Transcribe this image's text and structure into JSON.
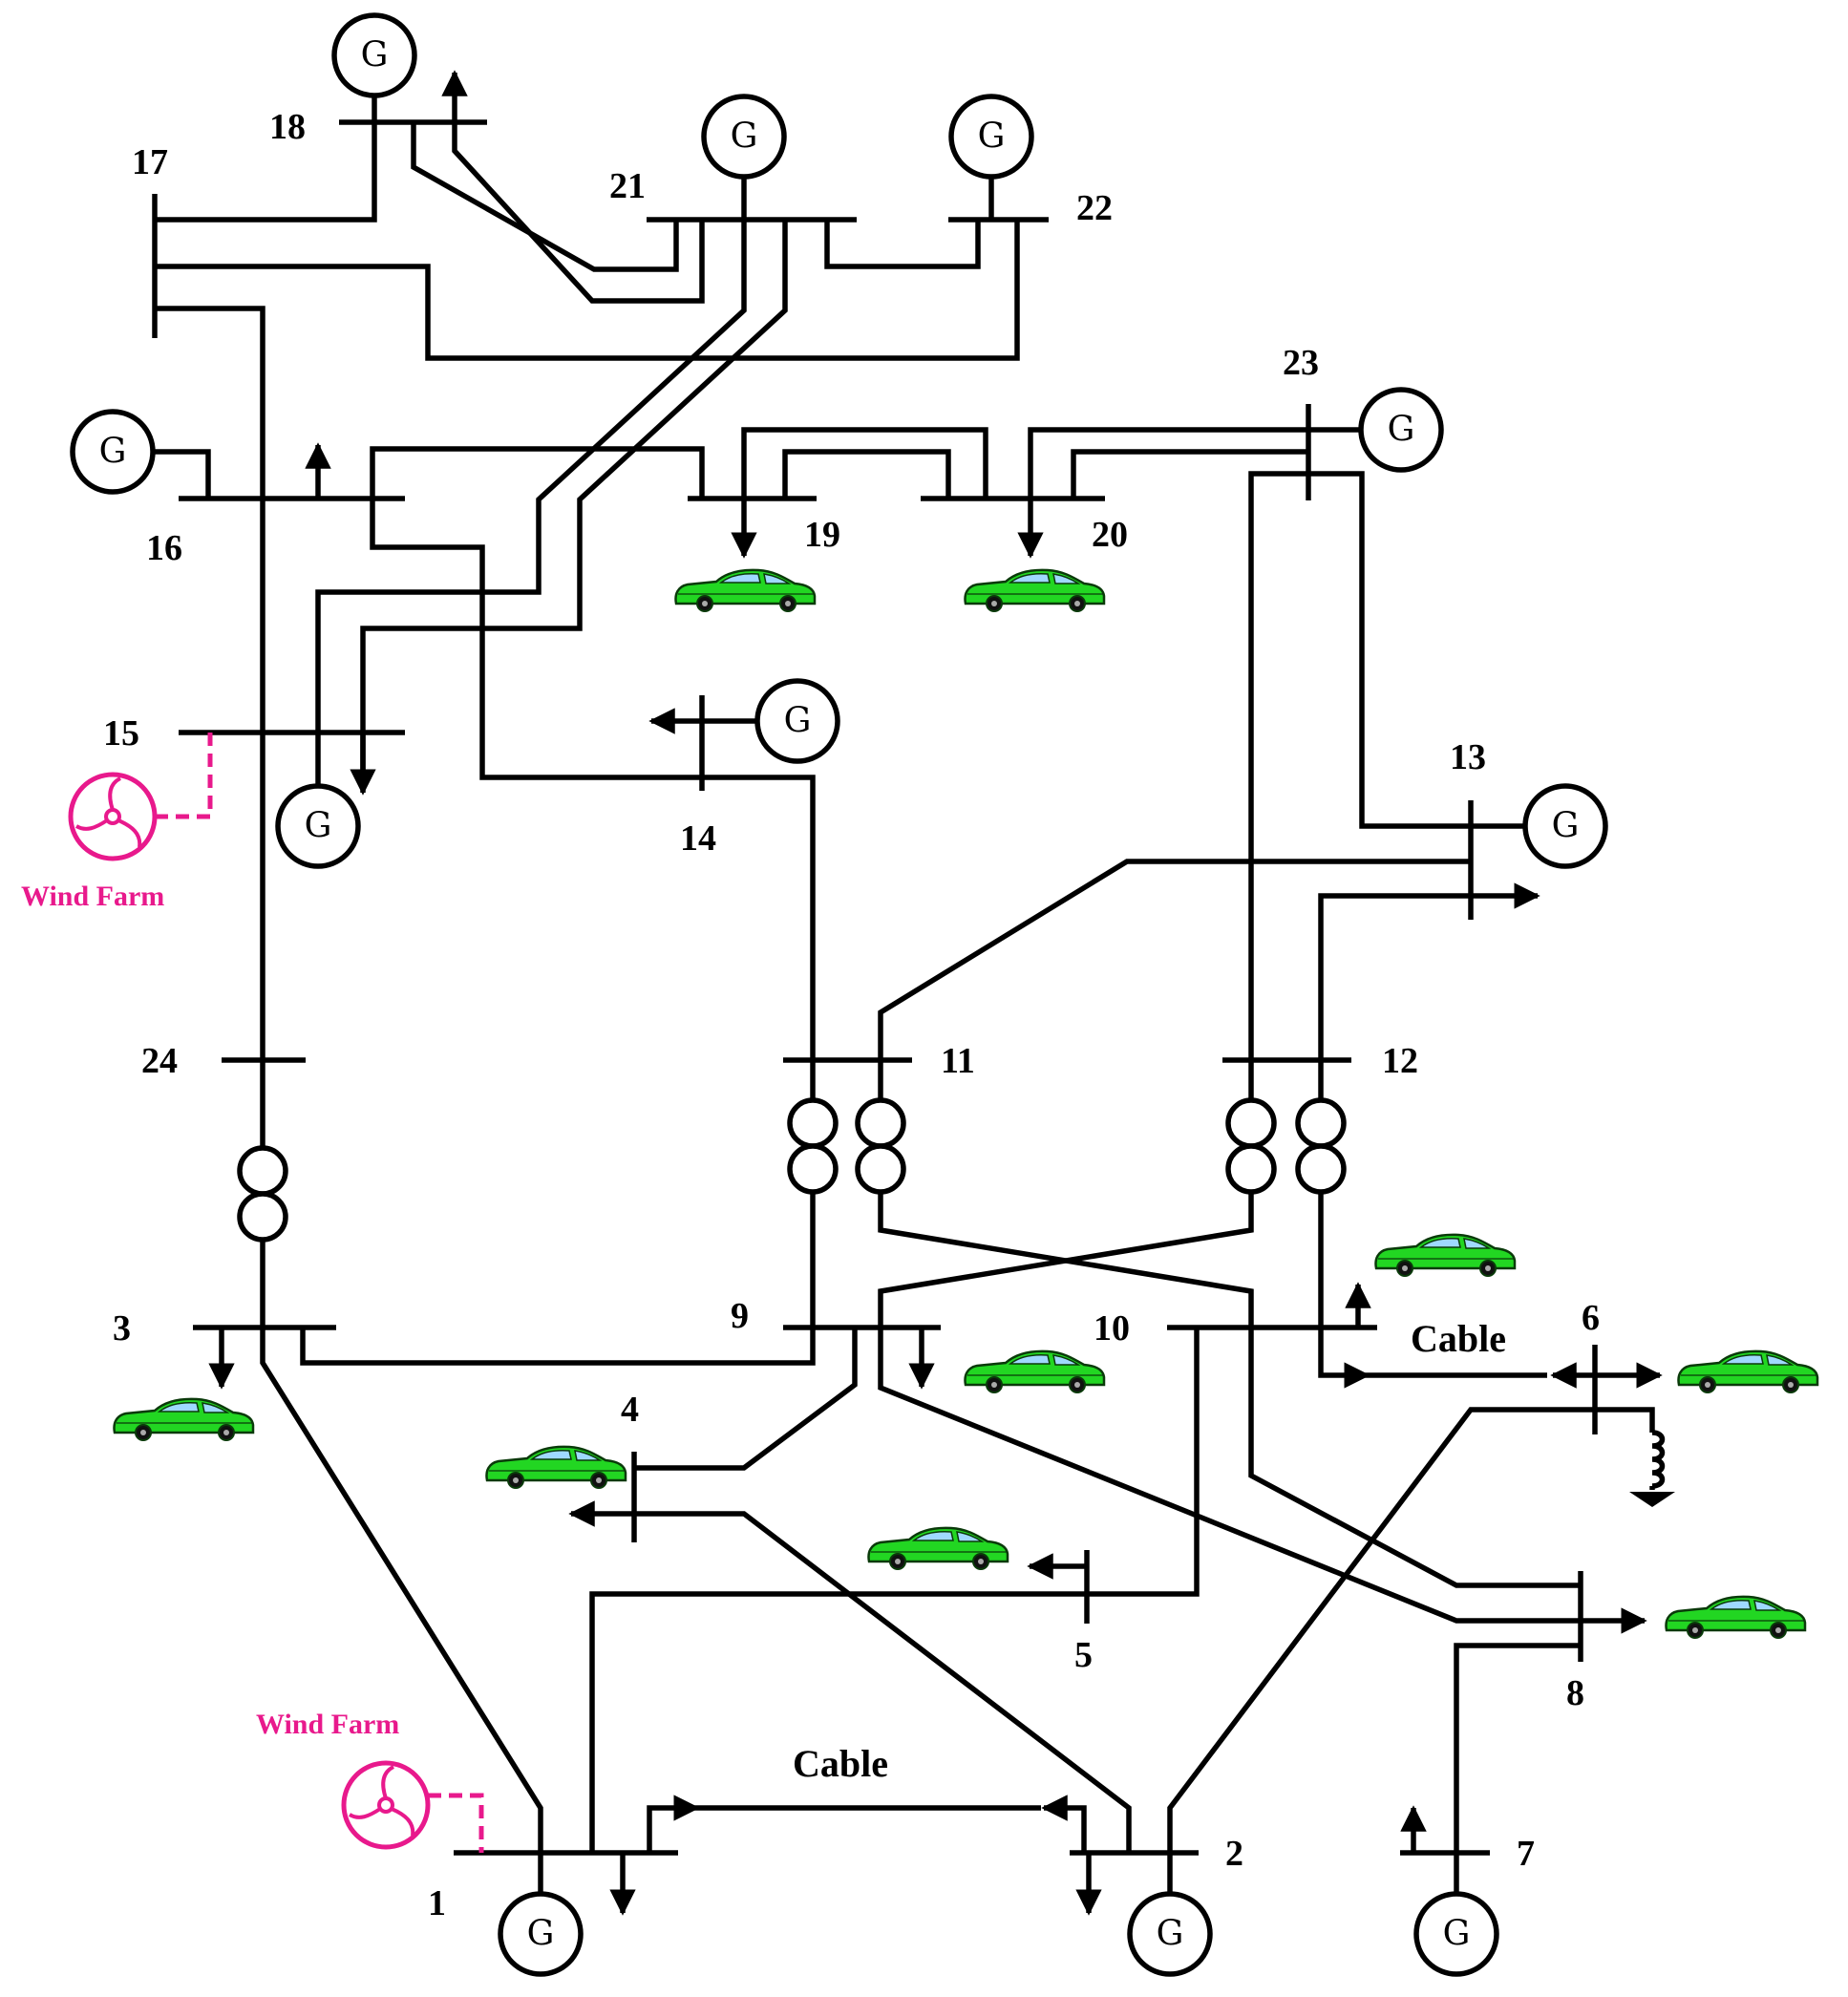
{
  "title": "",
  "colors": {
    "line": "#000000",
    "wind": "#e8198c",
    "car_body": "#22d622",
    "car_outline": "#0a3a0a"
  },
  "generator_symbol": "G",
  "cable_labels": [
    "Cable",
    "Cable"
  ],
  "wind_labels": [
    "Wind Farm",
    "Wind Farm"
  ],
  "buses": [
    {
      "id": "1",
      "label": "1"
    },
    {
      "id": "2",
      "label": "2"
    },
    {
      "id": "3",
      "label": "3"
    },
    {
      "id": "4",
      "label": "4"
    },
    {
      "id": "5",
      "label": "5"
    },
    {
      "id": "6",
      "label": "6"
    },
    {
      "id": "7",
      "label": "7"
    },
    {
      "id": "8",
      "label": "8"
    },
    {
      "id": "9",
      "label": "9"
    },
    {
      "id": "10",
      "label": "10"
    },
    {
      "id": "11",
      "label": "11"
    },
    {
      "id": "12",
      "label": "12"
    },
    {
      "id": "13",
      "label": "13"
    },
    {
      "id": "14",
      "label": "14"
    },
    {
      "id": "15",
      "label": "15"
    },
    {
      "id": "16",
      "label": "16"
    },
    {
      "id": "17",
      "label": "17"
    },
    {
      "id": "18",
      "label": "18"
    },
    {
      "id": "19",
      "label": "19"
    },
    {
      "id": "20",
      "label": "20"
    },
    {
      "id": "21",
      "label": "21"
    },
    {
      "id": "22",
      "label": "22"
    },
    {
      "id": "23",
      "label": "23"
    },
    {
      "id": "24",
      "label": "24"
    }
  ],
  "generators_at_buses": [
    "18",
    "21",
    "22",
    "16",
    "23",
    "14",
    "15",
    "13",
    "1",
    "2",
    "7"
  ],
  "ev_loads_at_buses": [
    "19",
    "20",
    "3",
    "4",
    "9",
    "5",
    "10",
    "6",
    "8"
  ],
  "wind_farms_at_buses": [
    "15",
    "1"
  ],
  "icons": {
    "generator": "generator-icon",
    "load": "load-arrow-icon",
    "ev": "electric-vehicle-icon",
    "wind": "wind-turbine-icon",
    "transformer": "transformer-icon",
    "reactor": "shunt-reactor-icon"
  }
}
